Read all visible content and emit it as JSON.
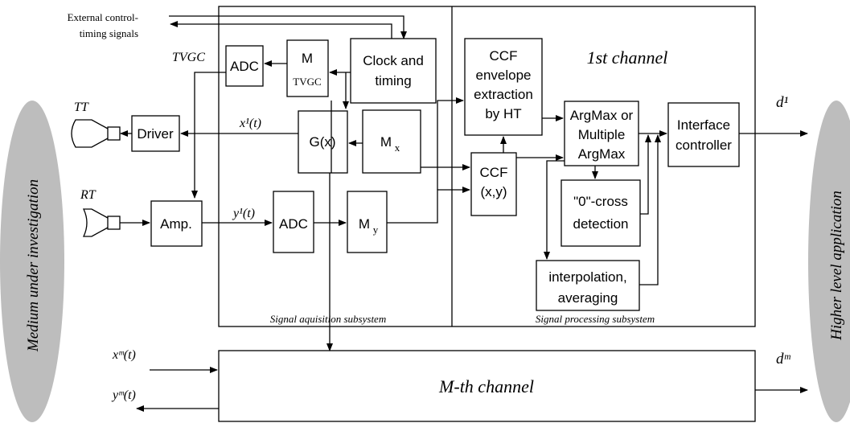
{
  "left_band": {
    "text": "Medium under investigation"
  },
  "right_band": {
    "text": "Higher level application"
  },
  "external": {
    "line1": "External control-",
    "line2": "timing signals"
  },
  "labels": {
    "tvgc": "TVGC",
    "tt": "TT",
    "rt": "RT",
    "x1": "x¹(t)",
    "y1": "y¹(t)",
    "d1": "d¹",
    "dm": "dᵐ",
    "xm": "xᵐ(t)",
    "ym": "yᵐ(t)"
  },
  "blocks": {
    "adc_top": "ADC",
    "m_tvgc_main": "M",
    "m_tvgc_sub": "TVGC",
    "clock_line1": "Clock and",
    "clock_line2": "timing",
    "driver": "Driver",
    "gx": "G(x)",
    "mx_main": "M",
    "mx_sub": "x",
    "amp": "Amp.",
    "adc_bottom": "ADC",
    "my_main": "M",
    "my_sub": "y",
    "ccf_env_1": "CCF",
    "ccf_env_2": "envelope",
    "ccf_env_3": "extraction",
    "ccf_env_4": "by HT",
    "ccf_xy_1": "CCF",
    "ccf_xy_2": "(x,y)",
    "argmax_1": "ArgMax or",
    "argmax_2": "Multiple",
    "argmax_3": "ArgMax",
    "interface_1": "Interface",
    "interface_2": "controller",
    "zero_1": "\"0\"-cross",
    "zero_2": "detection",
    "interp_1": "interpolation,",
    "interp_2": "averaging"
  },
  "subsystems": {
    "channel_title": "1st channel",
    "acq": "Signal aquisition subsystem",
    "proc": "Signal processing subsystem",
    "mth": "M-th channel"
  }
}
